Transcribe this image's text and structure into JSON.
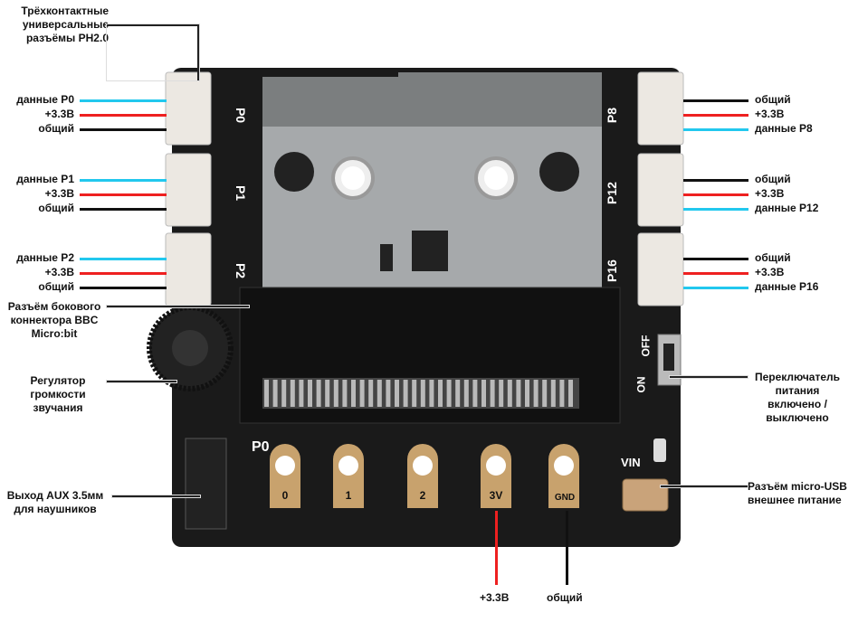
{
  "title_label": "Трёхконтактные универсальные разъёмы PH2.0",
  "left_connectors": [
    {
      "pin": "P0",
      "data": "данные P0",
      "power": "+3.3В",
      "ground": "общий"
    },
    {
      "pin": "P1",
      "data": "данные P1",
      "power": "+3.3В",
      "ground": "общий"
    },
    {
      "pin": "P2",
      "data": "данные P2",
      "power": "+3.3В",
      "ground": "общий"
    }
  ],
  "right_connectors": [
    {
      "pin": "P8",
      "data": "данные P8",
      "power": "+3.3В",
      "ground": "общий"
    },
    {
      "pin": "P12",
      "data": "данные P12",
      "power": "+3.3В",
      "ground": "общий"
    },
    {
      "pin": "P16",
      "data": "данные P16",
      "power": "+3.3В",
      "ground": "общий"
    }
  ],
  "edge_connector_label": "Разъём бокового коннектора BBC Micro:bit",
  "volume_label": "Регулятор громкости звучания",
  "aux_label": "Выход AUX 3.5мм для наушников",
  "switch_label": "Переключатель питания включено / выключено",
  "usb_label": "Разъём micro-USB внешнее питание",
  "bottom_wires": {
    "power": "+3.3В",
    "ground": "общий"
  },
  "board_silk": {
    "p0": "P0",
    "vin": "VIN",
    "on": "ON",
    "off": "OFF",
    "pads": [
      "0",
      "1",
      "2",
      "3V",
      "GND"
    ]
  },
  "colors": {
    "data": "#22c8ee",
    "power": "#ee2020",
    "ground": "#111111",
    "board": "#1a1a1a"
  }
}
